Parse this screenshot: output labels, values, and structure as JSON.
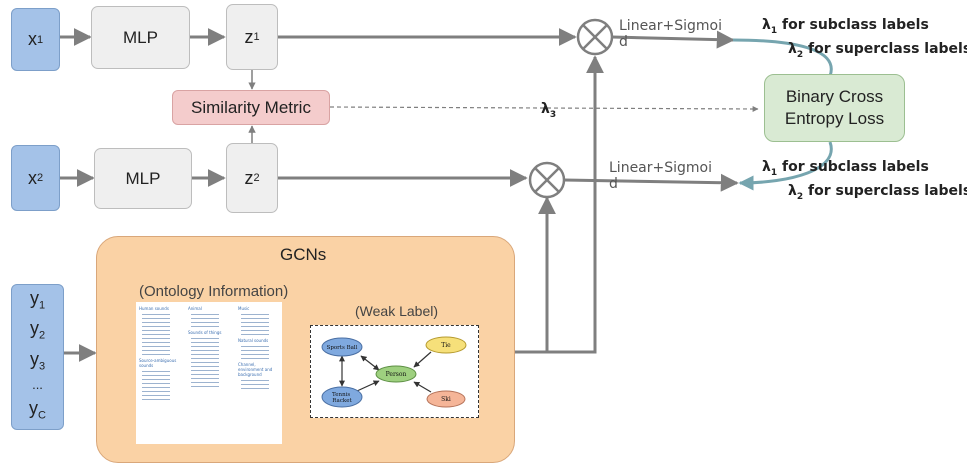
{
  "inputs": {
    "x1": {
      "base": "x",
      "sub": "1"
    },
    "x2": {
      "base": "x",
      "sub": "2"
    },
    "y_lines": [
      {
        "base": "y",
        "sub": "1"
      },
      {
        "base": "y",
        "sub": "2"
      },
      {
        "base": "y",
        "sub": "3"
      },
      {
        "base": "...",
        "sub": ""
      },
      {
        "base": "y",
        "sub": "C"
      }
    ]
  },
  "mlp": {
    "top_label": "MLP",
    "bottom_label": "MLP"
  },
  "embeddings": {
    "z1": {
      "base": "z",
      "sub": "1"
    },
    "z2": {
      "base": "z",
      "sub": "2"
    }
  },
  "similarity": {
    "label": "Similarity Metric"
  },
  "lambda3": {
    "symbol": "λ",
    "sub": "3"
  },
  "multiply_symbol": "⊗",
  "linear_sigmoid": {
    "top": [
      "Linear+Sigmoi",
      "d"
    ],
    "bottom": [
      "Linear+Sigmoi",
      "d"
    ]
  },
  "lambda_labels": {
    "top": [
      {
        "symbol": "λ",
        "sub": "1",
        "text": " for subclass labels"
      },
      {
        "symbol": "λ",
        "sub": "2",
        "text": " for superclass labels"
      }
    ],
    "bottom": [
      {
        "symbol": "λ",
        "sub": "1",
        "text": " for subclass labels"
      },
      {
        "symbol": "λ",
        "sub": "2",
        "text": " for superclass labels"
      }
    ]
  },
  "loss": {
    "line1": "Binary Cross",
    "line2": "Entropy Loss"
  },
  "gcn": {
    "title": "GCNs",
    "ontology_title": "(Ontology Information)",
    "weak_title": "(Weak Label)",
    "ontology_columns": [
      {
        "header": "Human sounds",
        "rows": 11
      },
      {
        "header": "Source-ambiguous sounds",
        "rows": 8
      },
      {
        "header": "Animal",
        "rows": 4
      },
      {
        "header": "Sounds of things",
        "rows": 13
      },
      {
        "header": "Music",
        "rows": 6
      },
      {
        "header": "Natural sounds",
        "rows": 4
      },
      {
        "header": "Channel, environment and background",
        "rows": 3
      }
    ],
    "weak_nodes": {
      "sports_ball": "Sports Ball",
      "tie": "Tie",
      "person": "Person",
      "tennis_racket": "Tennis\nRacket",
      "ski": "Ski"
    }
  },
  "colors": {
    "input_fill": "#a4c2e8",
    "mlp_fill": "#efefef",
    "similarity_fill": "#f4cccc",
    "loss_fill": "#d9ead3",
    "gcn_fill": "#fad2a5",
    "arrow": "#7f7f7f",
    "curve": "#76a5af"
  }
}
